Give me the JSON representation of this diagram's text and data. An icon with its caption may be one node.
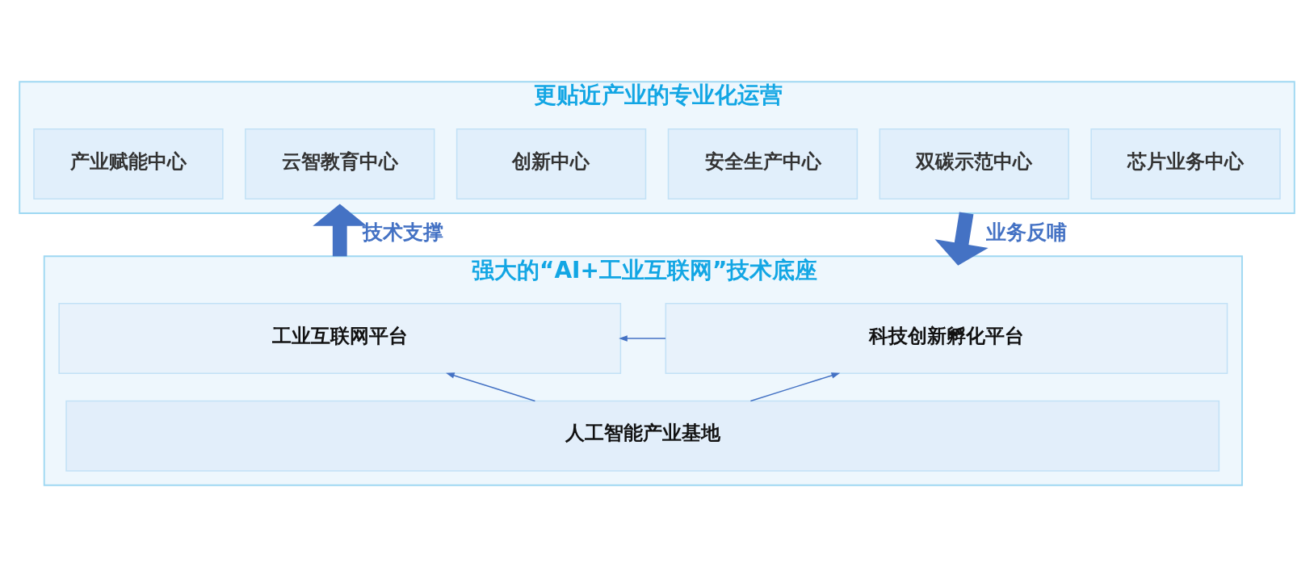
{
  "diagram": {
    "nodes": [
      {
        "text": [
          "更贴近产业的专业化运营"
        ]
      },
      {
        "text": [
          "产业赋能中心"
        ],
        "in": 0
      },
      {
        "text": [
          "云智教育中心"
        ],
        "in": 0
      },
      {
        "text": [
          "创新中心"
        ],
        "in": 0
      },
      {
        "text": [
          "安全生产中心"
        ],
        "in": 0
      },
      {
        "text": [
          "双碳示范中心"
        ],
        "in": 0
      },
      {
        "text": [
          "芯片业务中心"
        ],
        "in": 0
      },
      {
        "text": [
          "强大的“AI+工业互联网”技术底座"
        ]
      },
      {
        "text": [
          "工业互联网平台"
        ],
        "in": 7
      },
      {
        "text": [
          "科技创新孵化平台"
        ],
        "in": 7
      },
      {
        "text": [
          "人工智能产业基地"
        ],
        "in": 7
      }
    ],
    "edges": [
      {
        "from": 7,
        "to": 0,
        "arrow": "to",
        "label": "技术支撑",
        "style": "thick"
      },
      {
        "from": 0,
        "to": 7,
        "arrow": "to",
        "label": "业务反哺",
        "style": "thick"
      },
      {
        "from": 9,
        "to": 8,
        "arrow": "to"
      },
      {
        "from": 10,
        "to": 8,
        "arrow": "to"
      },
      {
        "from": 10,
        "to": 9,
        "arrow": "to"
      }
    ]
  }
}
